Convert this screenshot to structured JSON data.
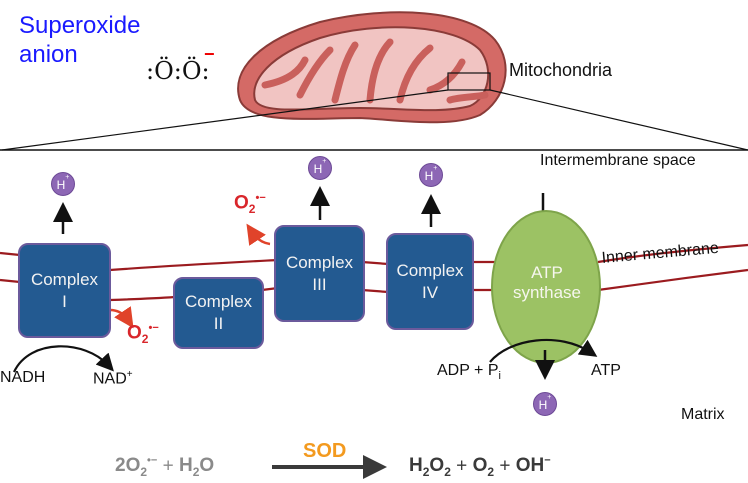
{
  "header": {
    "title_line1": "Superoxide",
    "title_line2": "anion",
    "lewis_structure": ":Ö:Ö:",
    "lewis_charge": "−",
    "mitochondria_label": "Mitochondria"
  },
  "regions": {
    "intermembrane": "Intermembrane space",
    "inner_membrane": "Inner membrane",
    "matrix": "Matrix"
  },
  "complexes": [
    {
      "name": "Complex",
      "numeral": "I"
    },
    {
      "name": "Complex",
      "numeral": "II"
    },
    {
      "name": "Complex",
      "numeral": "III"
    },
    {
      "name": "Complex",
      "numeral": "IV"
    }
  ],
  "atp_synthase": {
    "line1": "ATP",
    "line2": "synthase"
  },
  "proton": {
    "base": "H",
    "charge": "+"
  },
  "superoxide": {
    "base": "O",
    "sub": "2",
    "sup": "•−"
  },
  "reactions": {
    "nadh": "NADH",
    "nad_base": "NAD",
    "nad_charge": "+",
    "adp": "ADP + P",
    "adp_sub": "i",
    "atp": "ATP"
  },
  "equation": {
    "reactant1_coef": "2O",
    "reactant1_sub": "2",
    "reactant1_sup": "•−",
    "plus": "+",
    "reactant2_base": "H",
    "reactant2_sub": "2",
    "reactant2_tail": "O",
    "enzyme": "SOD",
    "product1_a": "H",
    "product1_sub1": "2",
    "product1_b": "O",
    "product1_sub2": "2",
    "product2_base": "O",
    "product2_sub": "2",
    "product3_base": "OH",
    "product3_sup": "−"
  },
  "colors": {
    "title": "#1a1aff",
    "complex_fill": "#235a91",
    "atp_synthase_fill": "#9cc264",
    "proton_fill": "#8d67b5",
    "superoxide": "#d9262b",
    "membrane": "#9b1b1f",
    "enzyme": "#f39a1f"
  }
}
